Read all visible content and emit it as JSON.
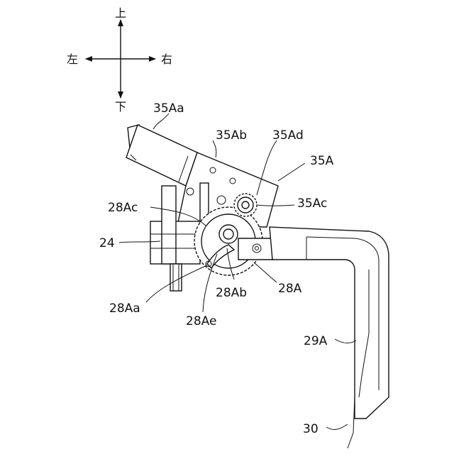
{
  "directions": {
    "up": "上",
    "down": "下",
    "left": "左",
    "right": "右"
  },
  "labels": {
    "l35Aa": "35Aa",
    "l35Ab": "35Ab",
    "l35Ad": "35Ad",
    "l35A": "35A",
    "l35Ac": "35Ac",
    "l28Ac": "28Ac",
    "l24": "24",
    "l28A": "28A",
    "l28Aa": "28Aa",
    "l28Ab": "28Ab",
    "l28Ae": "28Ae",
    "l29A": "29A",
    "l30": "30"
  }
}
